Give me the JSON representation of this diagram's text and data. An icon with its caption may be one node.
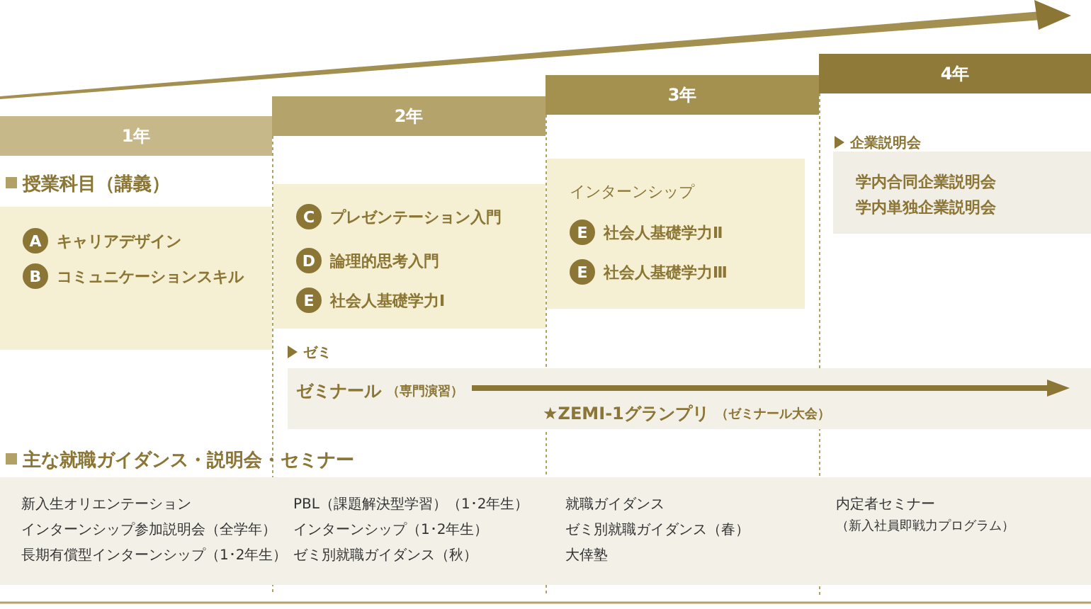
{
  "diagram": {
    "nodes": [
      {
        "text": [
          "1年"
        ]
      },
      {
        "text": [
          "2年"
        ]
      },
      {
        "text": [
          "3年"
        ]
      },
      {
        "text": [
          "4年"
        ]
      },
      {
        "text": [],
        "shape": "box"
      },
      {
        "text": [
          "A"
        ],
        "in": 4,
        "beside": [
          "キャリアデザイン"
        ]
      },
      {
        "text": [
          "B"
        ],
        "in": 4,
        "beside": [
          "コミュニケーションスキル"
        ]
      },
      {
        "text": [],
        "shape": "box"
      },
      {
        "text": [
          "C"
        ],
        "in": 7,
        "beside": [
          "プレゼンテーション入門"
        ]
      },
      {
        "text": [
          "D"
        ],
        "in": 7,
        "beside": [
          "論理的思考入門"
        ]
      },
      {
        "text": [
          "E"
        ],
        "in": 7,
        "beside": [
          "社会人基礎学力Ⅰ"
        ]
      },
      {
        "text": [
          "インターンシップ"
        ]
      },
      {
        "text": [
          "E"
        ],
        "in": 11,
        "beside": [
          "社会人基礎学力Ⅱ"
        ]
      },
      {
        "text": [
          "E"
        ],
        "in": 11,
        "beside": [
          "社会人基礎学力Ⅲ"
        ]
      },
      {
        "text": [
          "学内合同企業説明会",
          "学内単独企業説明会"
        ]
      },
      {
        "text": [
          "ゼミナール",
          "（専門演習）",
          "★ZEMI-1グランプリ",
          "（ゼミナール大会）"
        ]
      },
      {
        "text": [
          "新入生オリエンテーション",
          "インターンシップ参加説明会（全学年）",
          "長期有償型インターンシップ（1･2年生）",
          "PBL（課題解決型学習）（1･2年生）",
          "インターンシップ（1･2年生）",
          "ゼミ別就職ガイダンス（秋）",
          "就職ガイダンス",
          "ゼミ別就職ガイダンス（春）",
          "大倖塾",
          "内定者セミナー",
          "（新入社員即戦力プログラム）"
        ]
      }
    ],
    "labels": [
      "授業科目（講義）",
      "企業説明会",
      "ゼミ",
      "主な就職ガイダンス・説明会・セミナー"
    ]
  }
}
